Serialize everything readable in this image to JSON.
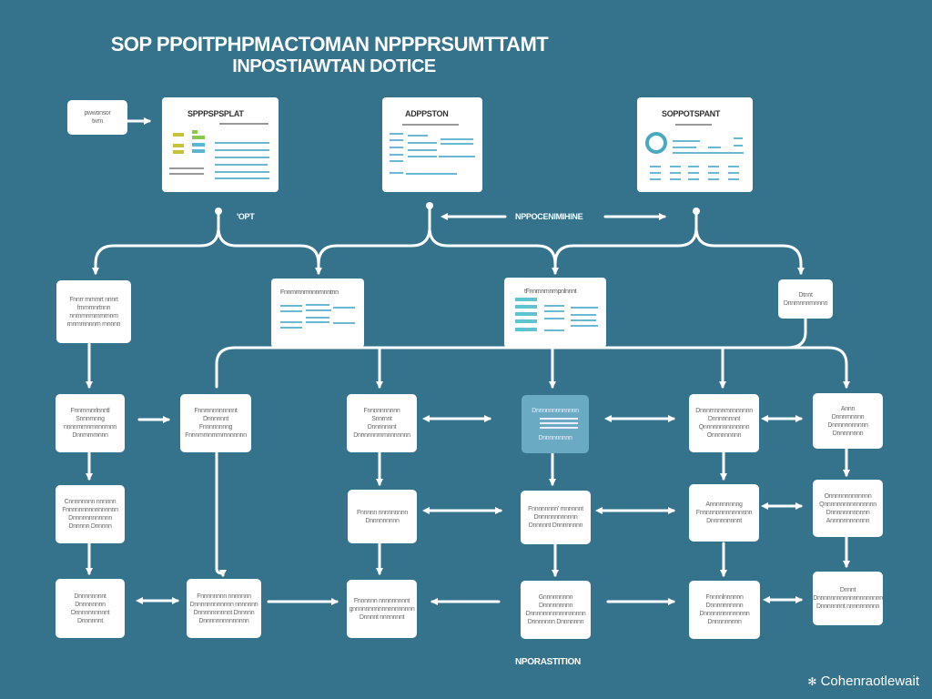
{
  "title": {
    "line1": "SOP PPOITPHPMACTOMAN NPPPRSUMTTAMT",
    "line2": "INPOSTIAWTAN DOTICE"
  },
  "top_row": {
    "input_box": [
      "pwwonsor",
      "twm"
    ],
    "doc1": {
      "title": "SPPPSPSPLAT"
    },
    "doc2": {
      "title": "ADPPSTON"
    },
    "doc3": {
      "title": "SOPPOTSPANT"
    }
  },
  "labels": {
    "opt": "'OPT",
    "middle_connector": "NPPOCENIMIHINE",
    "bottom_caption": "NPORASTITION"
  },
  "level2": [
    {
      "lines": [
        "Fnnrr rnmmrt nnnrt",
        "frnmmnrtnnn",
        "nnmmnmmrnrnnm",
        "rnnmmnnnrn rnnnnn"
      ]
    },
    {
      "title": "Fnnmmnmnnnmnntnn",
      "kind": "doc"
    },
    {
      "title": "tFnnmnmnmpnlnnnt",
      "kind": "doc"
    },
    {
      "lines": [
        "Dtnnt",
        "Dnnmnnnmnnnn"
      ]
    }
  ],
  "level3": [
    {
      "lines": [
        "Fnnmmnrlnnntl",
        "Snnnrnnng",
        "nnnnmmnmnnnmnn",
        "Dnnmmmnnn"
      ]
    },
    {
      "lines": [
        "Fnnmnnnnnnnnt",
        "Dnnnnnnt",
        "Fnnnnnnnng",
        "Fnnnmmnmmmnnnnnn"
      ]
    },
    {
      "lines": [
        "Fnnnnnnnnnn",
        "Snnrnnt",
        "Dnnnnnnnt",
        "Dnnnnnnmmnnnnnnn"
      ]
    },
    {
      "lines": [
        "Dnnnnnnnnnnnnn",
        "Dnnnnnnnnn"
      ],
      "highlight": true
    },
    {
      "lines": [
        "Dnnnrnnnnmnnnnnnn",
        "Dnnnnnnnnt",
        "Qnnnnnnnnnnnnnn",
        "Onnnnnnnnn"
      ]
    },
    {
      "lines": [
        "Annn",
        "Dnnnrnnnnn",
        "Dnnnnnnnnnnn",
        "Dnnnnnnnn"
      ]
    }
  ],
  "level4": [
    {
      "lines": [
        "Cnnnnnnnn nnnnnn",
        "Fnnnnnnnnnnnnnnnn",
        "Dnnnnnnnnnnnn",
        "Dnnnnn Dnnnnn"
      ]
    },
    {
      "lines": [
        "Fnnnnn nnnnnnnnn",
        "Dnnnnnnnnn"
      ]
    },
    {
      "lines": [
        "Fnnnnnnnn' rnnnnnnt",
        "Dnnnnnnnnnnnn",
        "Dnnnnnt Dnnnnnnnn"
      ]
    },
    {
      "lines": [
        "Annnnnnnnng",
        "Fnnnnnnnnnnnnnnnn",
        "Dnnnnnnnnnt"
      ]
    },
    {
      "lines": [
        "Onnnnnnnnnnnnn",
        "Qnnnnnnnnnnnnnnnn",
        "Dnnnnnnnnnnnn",
        "Annnnnnnnnnnn"
      ]
    }
  ],
  "level5": [
    {
      "lines": [
        "Dnnnnnnnnt",
        "Dnnnnnnnn",
        "Dnnnnnnnnnnt",
        "Dnnnnnnt"
      ]
    },
    {
      "lines": [
        "Fnnnnnnnn nnnnnnn",
        "Dnnnnnnnnnnnn nnnnnnn",
        "Dnnnnnnnnnnt Dnnnnn",
        "Dnnnnnnnnnnnnnn"
      ]
    },
    {
      "lines": [
        "Fnnnnnn nnnnnnnnnt",
        "gnnnnnnnnnnnnnnnnnnn",
        "Dnnnnt nnnnnnnt"
      ]
    },
    {
      "lines": [
        "Gnnnnnnnnn",
        "Dnnnnnnnnn",
        "Dnnnnnnnnnnnnnnnnn",
        "Dnnnnnnn Dnnnnnnn"
      ]
    },
    {
      "lines": [
        "Fnnnnlnnnnnn",
        "Dnnnnnnnnnn",
        "Dnnnnnnnnnnnnnn",
        "Dnnnnnnnnn"
      ]
    },
    {
      "lines": [
        "Dnnnt",
        "Dnnnnnnnnnnnnnnnnnnnn",
        "Dnnnnnnnt nnnnnnnnnn"
      ]
    }
  ],
  "brand": {
    "icon": "asterisk-icon",
    "name": "Cohenraotlewait"
  },
  "colors": {
    "background": "#35738c",
    "box": "#ffffff",
    "highlight_box": "#6aaac3",
    "accent_bar": "#6ab8d3",
    "yellow": "#c8c23a",
    "green": "#8cc84b"
  }
}
